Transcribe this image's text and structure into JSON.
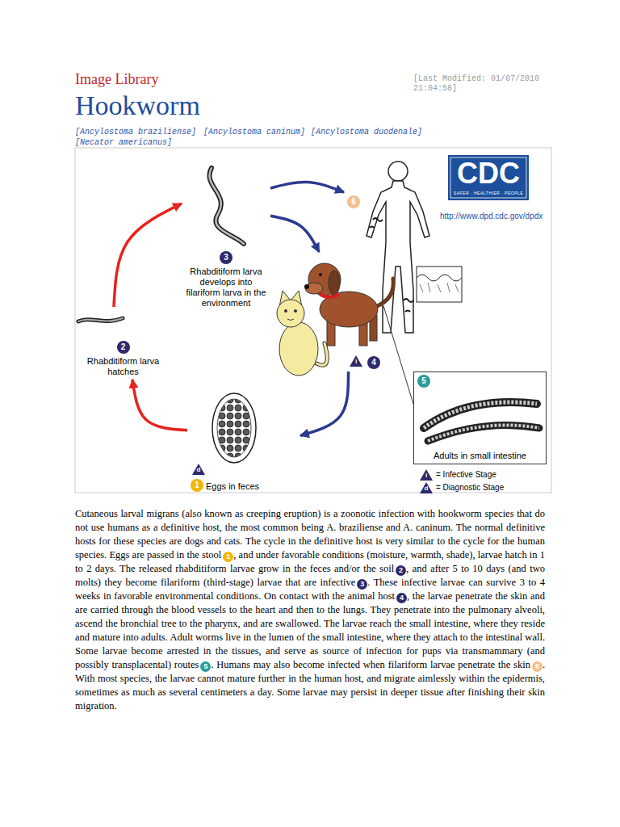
{
  "diagram": {
    "title": "Hookworm",
    "nodes": [
      {
        "text": [
          "1",
          "Eggs in feces"
        ]
      },
      {
        "text": [
          "2",
          "Rhabditiform larva hatches"
        ]
      },
      {
        "text": [
          "3",
          "Rhabditiform larva develops into filariform larva in the environment"
        ]
      },
      {
        "text": [
          "6"
        ]
      },
      {
        "text": [
          "4"
        ]
      },
      {
        "text": [
          "5",
          "Adults in small intestine"
        ]
      }
    ],
    "edges": [
      {
        "from": 0,
        "to": 1,
        "arrow": "to"
      },
      {
        "from": 1,
        "to": 2,
        "arrow": "to"
      },
      {
        "from": 2,
        "to": 3,
        "arrow": "to"
      },
      {
        "from": 2,
        "to": 4,
        "arrow": "to"
      },
      {
        "from": 4,
        "to": 0,
        "arrow": "to"
      },
      {
        "from": 4,
        "to": 5,
        "arrow": "none"
      }
    ],
    "labels": [
      "Image Library",
      "[Last Modified:  01/07/2010 21:04:58]",
      "[Ancylostoma braziliense]",
      "[Ancylostoma caninum]",
      "[Ancylostoma duodenale]",
      "[Necator americanus]",
      "CDC",
      "SAFER · HEALTHIER · PEOPLE",
      "http://www.dpd.cdc.gov/dpdx",
      "d",
      "i",
      "i",
      "d",
      "Cutaneous larval migrans (also known as creeping eruption) is a zoonotic infection with hookworm species that do not use humans as a definitive host, the most common being A. braziliense and A. caninum. The normal definitive hosts for these species are dogs and cats. The cycle in the definitive host is very similar to the cycle for the human species. Eggs are passed in the stool",
      "1",
      ", and under favorable conditions (moisture, warmth, shade), larvae hatch in 1 to 2 days. The released rhabditiform larvae grow in the feces and/or the soil",
      "2",
      ", and after 5 to 10 days (and two molts) they become filariform (third-stage) larvae that are infective",
      "3",
      ". These infective larvae can survive 3 to 4 weeks in favorable environmental conditions. On contact with the animal host",
      "4",
      ", the larvae penetrate the skin and are carried through the blood vessels to the heart and then to the lungs. They penetrate into the pulmonary alveoli, ascend the bronchial tree to the pharynx, and are swallowed. The larvae reach the small intestine, where they reside and mature into adults. Adult worms live in the lumen of the small intestine, where they attach to the intestinal wall. Some larvae become arrested in the tissues, and serve as source of infection for pups via transmammary (and possibly transplacental) routes",
      "5",
      ". Humans may also become infected when filariform larvae penetrate the skin",
      "6",
      ". With most species, the larvae cannot mature further in the human host, and migrate aimlessly within the epidermis, sometimes as much as several centimeters a day. Some larvae may persist in deeper tissue after finishing their skin migration."
    ],
    "legend": [
      {
        "text": "= Infective Stage"
      },
      {
        "text": "= Diagnostic Stage"
      }
    ]
  }
}
